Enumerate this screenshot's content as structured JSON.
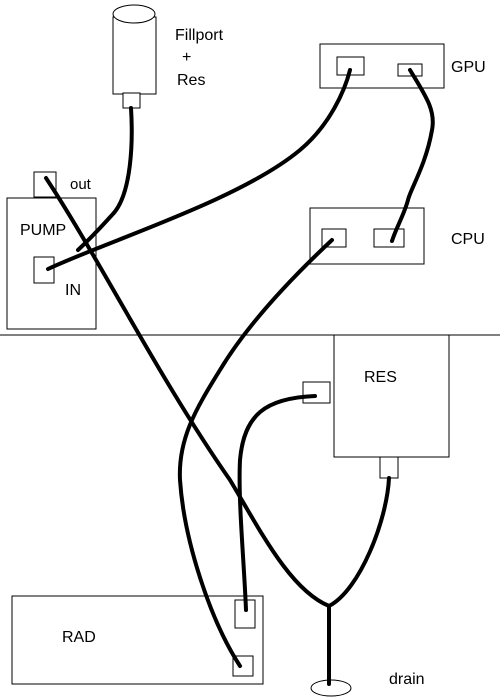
{
  "diagram": {
    "labels": {
      "fillport": "Fillport",
      "plus": "+",
      "res_small": "Res",
      "gpu": "GPU",
      "cpu": "CPU",
      "pump": "PUMP",
      "out": "out",
      "in": "IN",
      "res": "RES",
      "rad": "RAD",
      "drain": "drain"
    },
    "colors": {
      "background": "#ffffff",
      "lines": "#000000",
      "tubes": "#000000"
    }
  }
}
